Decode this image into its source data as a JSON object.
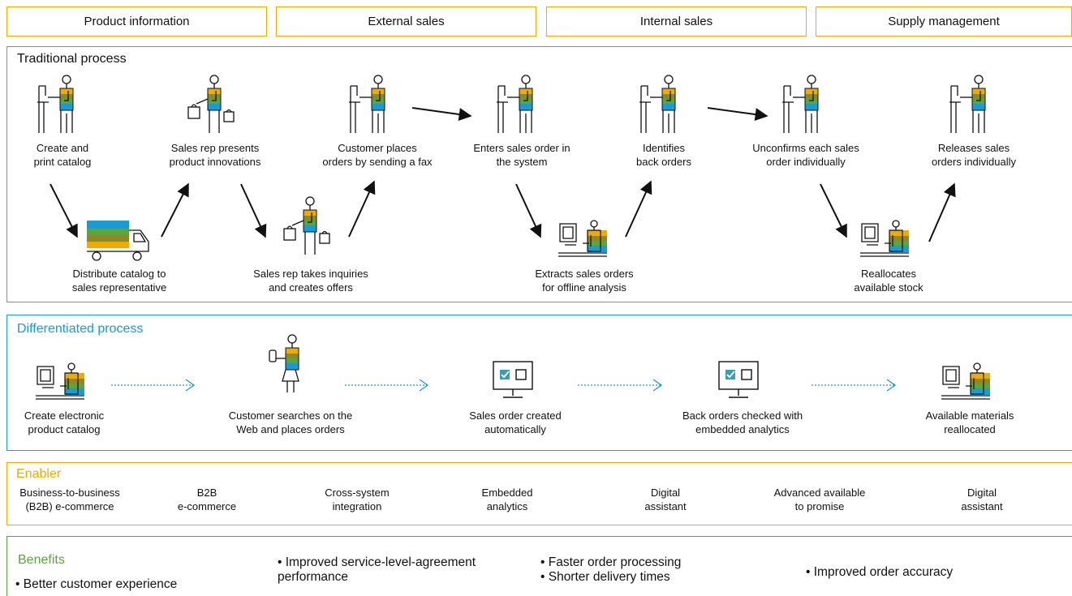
{
  "headers": [
    "Product information",
    "External sales",
    "Internal sales",
    "Supply management"
  ],
  "traditional": {
    "title": "Traditional process",
    "steps": [
      "Create and\nprint catalog",
      "Distribute catalog to\nsales representative",
      "Sales rep presents\nproduct innovations",
      "Sales rep takes inquiries\nand creates offers",
      "Customer places\norders by sending a fax",
      "Enters sales order in\nthe system",
      "Extracts sales orders\nfor offline analysis",
      "Identifies\nback orders",
      "Unconfirms each sales\norder individually",
      "Reallocates\navailable stock",
      "Releases sales\norders individually"
    ]
  },
  "differentiated": {
    "title": "Differentiated process",
    "steps": [
      "Create electronic\nproduct catalog",
      "Customer searches on the\nWeb and places orders",
      "Sales order created\nautomatically",
      "Back orders checked with\nembedded analytics",
      "Available materials\nreallocated"
    ]
  },
  "enabler": {
    "title": "Enabler",
    "items": [
      "Business-to-business\n(B2B) e-commerce",
      "B2B\ne-commerce",
      "Cross-system\nintegration",
      "Embedded\nanalytics",
      "Digital\nassistant",
      "Advanced available\nto promise",
      "Digital\nassistant"
    ]
  },
  "benefits": {
    "title": "Benefits",
    "items": [
      "• Better customer experience",
      "• Improved service-level-agreement\n  performance",
      "• Faster order processing\n• Shorter delivery times",
      "• Improved order accuracy"
    ]
  },
  "icons": [
    "person-at-desk-icon",
    "delivery-truck-icon",
    "person-with-bags-icon",
    "computer-workstation-icon",
    "person-with-phone-icon",
    "monitor-checkbox-icon"
  ],
  "colors": {
    "header_border": "#f0ab00",
    "traditional_border": "#8c8c8c",
    "differentiated_accent": "#1a9ad6",
    "enabler_accent": "#f0ab00",
    "benefits_accent": "#5aa63a",
    "stripe_orange": "#f0ab00",
    "stripe_green": "#5aa63a",
    "stripe_olive": "#8a8a2a",
    "stripe_blue": "#1a9ad6"
  }
}
